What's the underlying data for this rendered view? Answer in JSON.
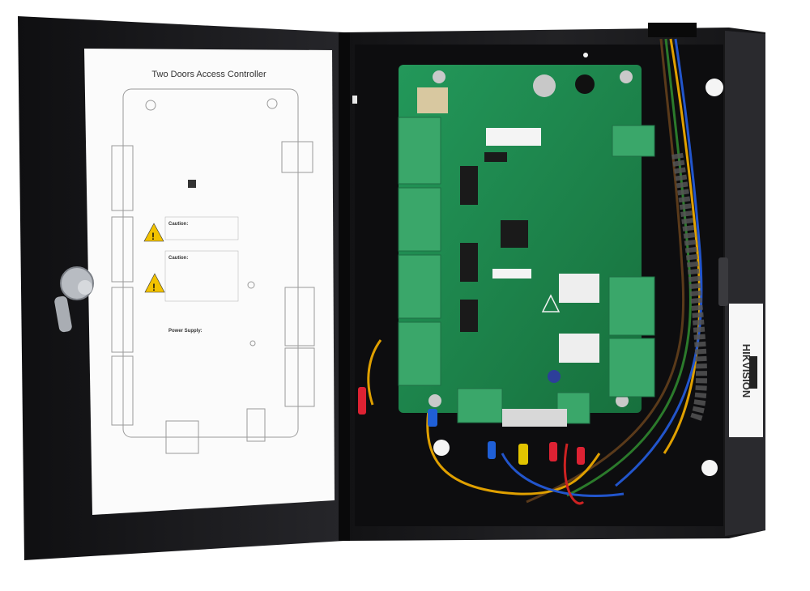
{
  "door_label": {
    "title": "Two Doors Access Controller",
    "caution1_heading": "Caution:",
    "caution2_heading": "Caution:",
    "power_supply_heading": "Power Supply:"
  },
  "enclosure": {
    "brand": "HIKVISION"
  },
  "colors": {
    "enclosure": "#1c1c1e",
    "door": "#18181a",
    "pcb": "#1f8a4c",
    "terminal": "#3aa76a",
    "warning": "#f2c200"
  }
}
